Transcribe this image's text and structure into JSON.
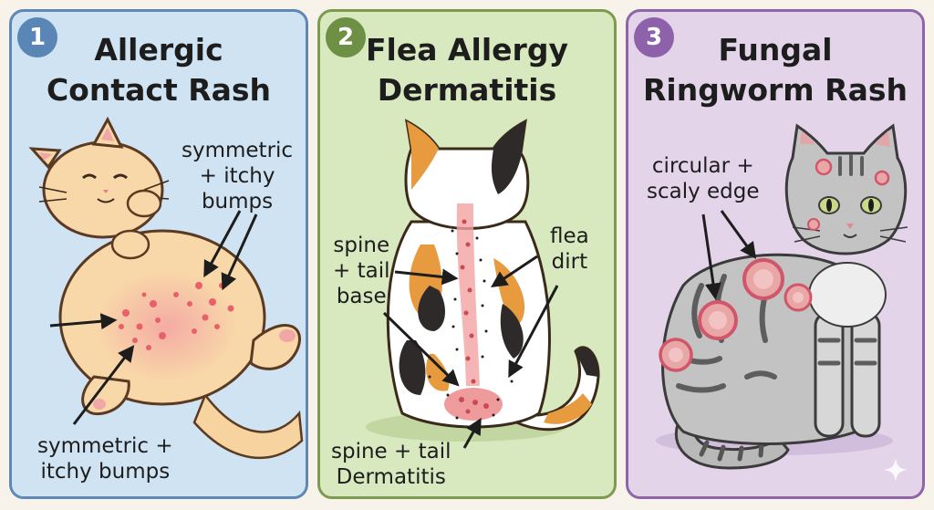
{
  "panels": [
    {
      "number": "1",
      "title_lines": [
        "Allergic",
        "Contact Rash"
      ],
      "labels": [
        {
          "lines": [
            "symmetric",
            "+ itchy",
            "bumps"
          ]
        },
        {
          "lines": [
            "symmetric +",
            "itchy bumps"
          ]
        }
      ]
    },
    {
      "number": "2",
      "title_lines": [
        "Flea Allergy",
        "Dermatitis"
      ],
      "labels": [
        {
          "lines": [
            "spine",
            "+ tail",
            "base"
          ]
        },
        {
          "lines": [
            "flea",
            "dirt"
          ]
        },
        {
          "lines": [
            "spine + tail",
            "Dermatitis"
          ]
        }
      ]
    },
    {
      "number": "3",
      "title_lines": [
        "Fungal",
        "Ringworm Rash"
      ],
      "labels": [
        {
          "lines": [
            "circular +",
            "scaly edge"
          ]
        }
      ]
    }
  ],
  "colors": {
    "panel1_bg": "#cfe3f2",
    "panel2_bg": "#d8e8bf",
    "panel3_bg": "#e3d4ea",
    "rash": "#e8606a"
  },
  "icons": [
    "sparkle-icon"
  ]
}
